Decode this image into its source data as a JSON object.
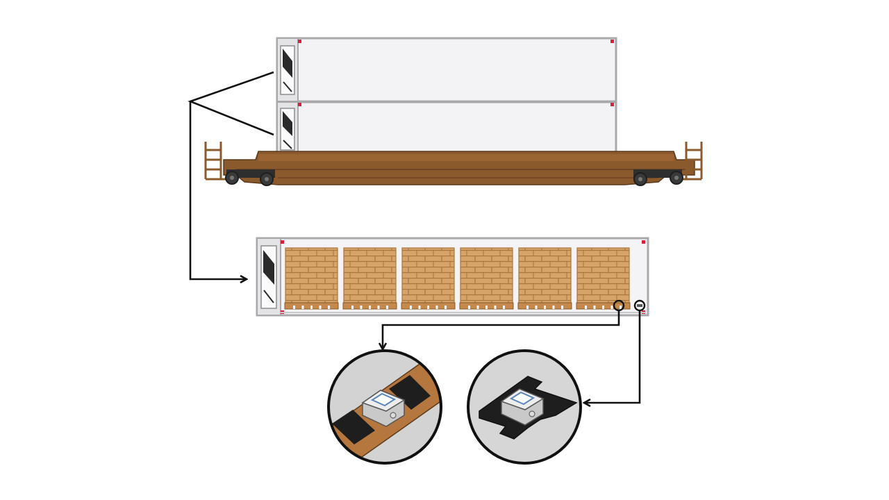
{
  "palette": {
    "background": "#ffffff",
    "container_fill": "#f2f2f4",
    "container_frame": "#a9a9ab",
    "container_panel": "#d6d6d9",
    "red_marker": "#d8203a",
    "railcar_brown": "#8a5a2c",
    "railcar_dark": "#6e4522",
    "railcar_shadow": "#5c3a1c",
    "box_fill": "#d6a469",
    "box_line": "#a9763d",
    "pallet_fill": "#c58a4b",
    "line_black": "#111111",
    "wheel": "#3a3a3a",
    "sensor_body": "#e8e8e8",
    "sensor_screen": "#5a86b8",
    "strap_brown": "#b5773e",
    "floor_gray": "#d4d4d4"
  },
  "diagram": {
    "railcar": {
      "stacked_containers": 2
    },
    "cutaway_container": {
      "pallet_stacks": 6,
      "sensor_markers": 2
    },
    "detail_views": [
      {
        "id": "pallet-mounted-sensor",
        "mount": "strap-on-pallet"
      },
      {
        "id": "floor-mounted-sensor",
        "mount": "bracket-on-floor"
      }
    ]
  }
}
